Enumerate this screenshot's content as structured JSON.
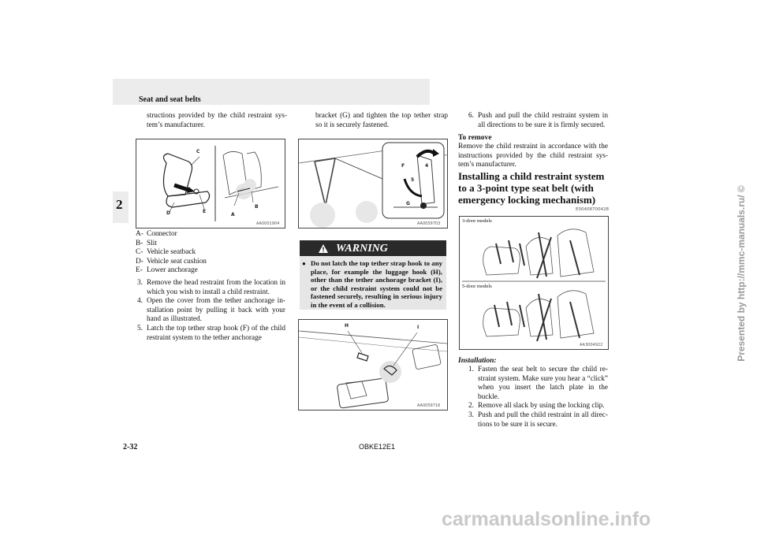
{
  "header": {
    "title": "Seat and seat belts"
  },
  "chapter_tab": "2",
  "col1": {
    "intro": "structions provided by the child restraint sys-tem’s manufacturer.",
    "fig1": {
      "id": "AA0001904",
      "labels": [
        "C",
        "D",
        "E",
        "A",
        "B"
      ]
    },
    "legend": [
      {
        "k": "A-",
        "v": "Connector"
      },
      {
        "k": "B-",
        "v": "Slit"
      },
      {
        "k": "C-",
        "v": "Vehicle seatback"
      },
      {
        "k": "D-",
        "v": "Vehicle seat cushion"
      },
      {
        "k": "E-",
        "v": "Lower anchorage"
      }
    ],
    "steps": [
      {
        "n": "3.",
        "t": "Remove the head restraint from the location in which you wish to install a child restraint."
      },
      {
        "n": "4.",
        "t": "Open the cover from the tether anchorage in-stallation point by pulling it back with your hand as illustrated."
      },
      {
        "n": "5.",
        "t": "Latch the top tether strap hook (F) of the child restraint system to the tether anchorage"
      }
    ]
  },
  "col2": {
    "intro": "bracket (G) and tighten the top tether strap so it is securely fastened.",
    "fig2": {
      "id": "AA0059703",
      "labels": [
        "F",
        "4",
        "5",
        "G"
      ]
    },
    "warning": {
      "title": "WARNING",
      "text": "Do not latch the top tether strap hook to any place, for example the luggage hook (H), other than the tether anchorage bracket (I), or the child restraint system could not be fastened securely, resulting in serious injury in the event of a collision."
    },
    "fig3": {
      "id": "AA0059716",
      "labels": [
        "H",
        "I"
      ]
    }
  },
  "col3": {
    "step6": {
      "n": "6.",
      "t": "Push and pull the child restraint system in all directions to be sure it is firmly secured."
    },
    "remove_heading": "To remove",
    "remove_text": "Remove the child restraint in accordance with the instructions provided by the child restraint sys-tem’s manufacturer.",
    "section_heading": "Installing a child restraint system to a 3-point type seat belt (with emergency locking mechanism)",
    "section_code": "E00408700428",
    "fig4": {
      "id": "AA3004922",
      "top_label": "3-door models",
      "bottom_label": "5-door models"
    },
    "install_heading": "Installation:",
    "install_steps": [
      {
        "n": "1.",
        "t": "Fasten the seat belt to secure the child re-straint system. Make sure you hear a “click” when you insert the latch plate in the buckle."
      },
      {
        "n": "2.",
        "t": "Remove all slack by using the locking clip."
      },
      {
        "n": "3.",
        "t": "Push and pull the child restraint in all direc-tions to be sure it is secure."
      }
    ]
  },
  "footer": {
    "page": "2-32",
    "code": "OBKE12E1"
  },
  "watermark": "Presented by http://mmc-manuals.ru/ ©",
  "site_watermark": "carmanualsonline.info"
}
